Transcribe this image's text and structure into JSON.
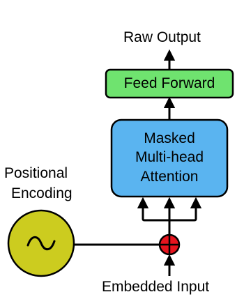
{
  "labels": {
    "output": "Raw Output",
    "feed_forward": "Feed Forward",
    "attention_line1": "Masked",
    "attention_line2": "Multi-head",
    "attention_line3": "Attention",
    "positional_line1": "Positional",
    "positional_line2": "Encoding",
    "input": "Embedded Input"
  },
  "colors": {
    "feed_forward_fill": "#6fe36f",
    "attention_fill": "#5ab4f0",
    "encoding_fill": "#cccc1f",
    "adder_fill": "#e6141e",
    "stroke": "#000000"
  },
  "icons": {
    "encoding": "sine-wave-icon",
    "adder": "circled-plus-icon"
  }
}
